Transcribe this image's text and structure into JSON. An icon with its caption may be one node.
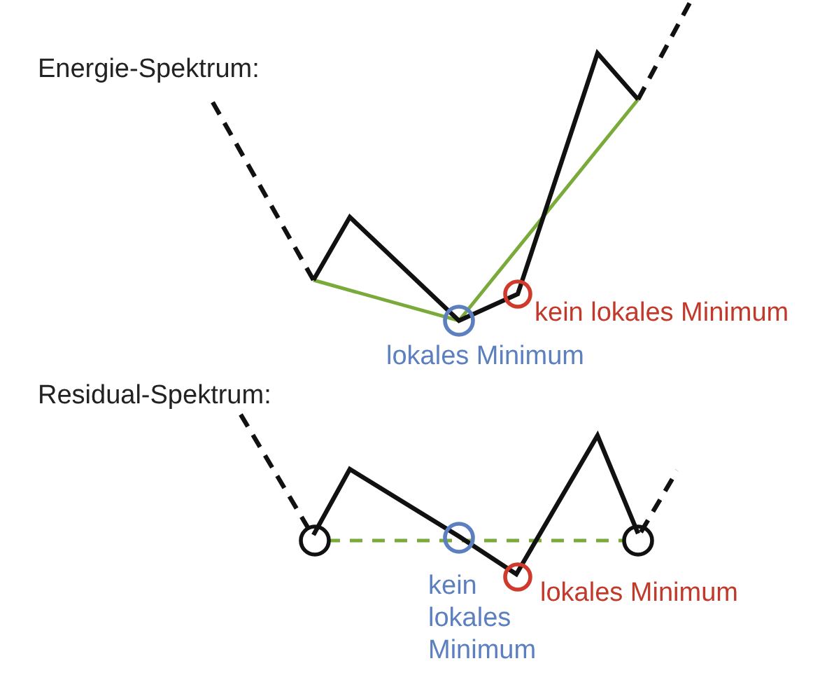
{
  "diagram": {
    "labels": [
      "Energie-Spektrum:",
      "kein lokales Minimum",
      "lokales Minimum",
      "Residual-Spektrum:",
      "kein lokales Minimum",
      "lokales Minimum"
    ]
  }
}
